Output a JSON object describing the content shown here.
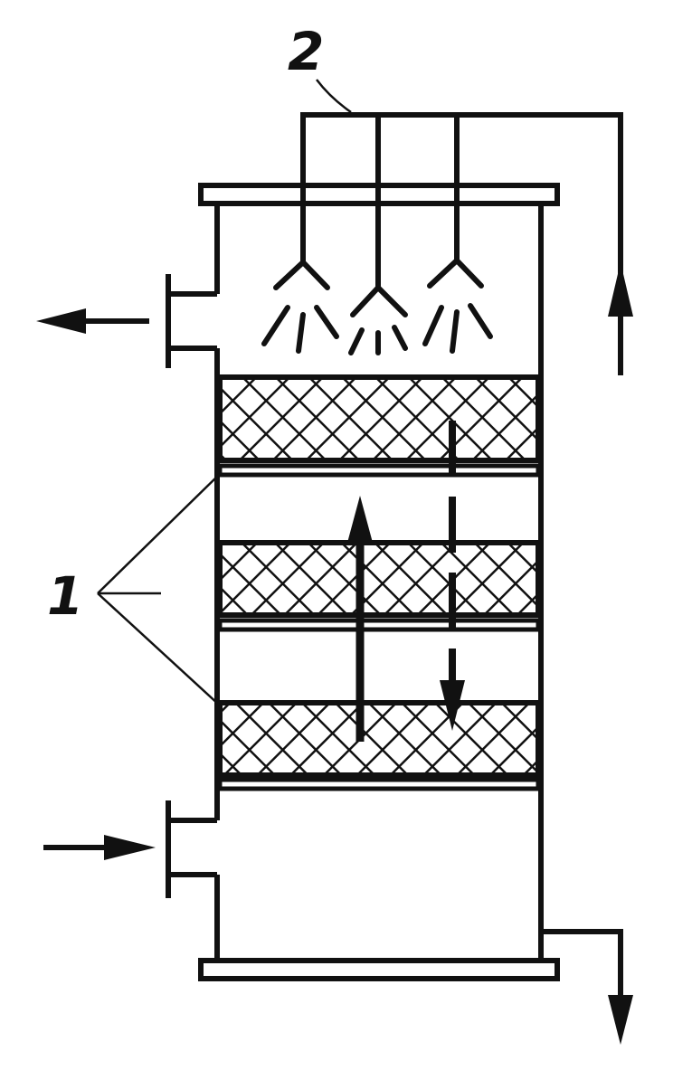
{
  "labels": {
    "packing_beds": "1",
    "spray_header": "2"
  },
  "colors": {
    "ink": "#111111",
    "paper": "#ffffff"
  },
  "packing_bed_count": 3,
  "spray_nozzle_count": 3,
  "icons": {
    "gas_outlet": "arrow-left-icon",
    "gas_inlet": "arrow-right-icon",
    "liquid_feed": "arrow-up-icon",
    "liquid_drain": "arrow-down-icon"
  }
}
